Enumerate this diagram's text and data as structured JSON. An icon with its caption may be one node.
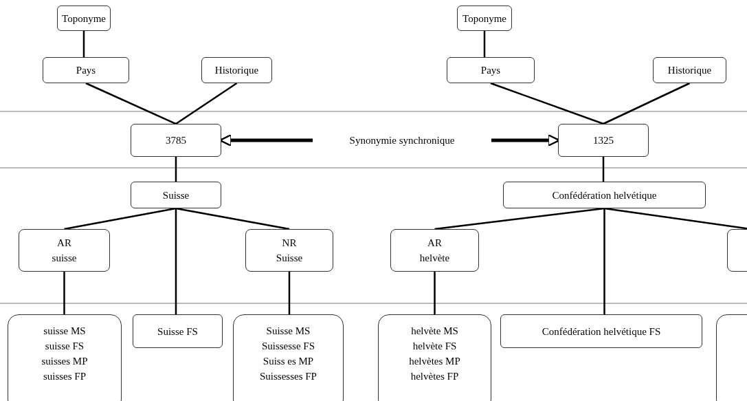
{
  "diagram": {
    "nodes": [
      {
        "text": [
          "Toponyme"
        ]
      },
      {
        "text": [
          "Pays"
        ]
      },
      {
        "text": [
          "Historique"
        ]
      },
      {
        "text": [
          "Toponyme"
        ]
      },
      {
        "text": [
          "Pays"
        ]
      },
      {
        "text": [
          "Historique"
        ]
      },
      {
        "text": [
          "3785"
        ]
      },
      {
        "text": [
          "Synonymie synchronique"
        ]
      },
      {
        "text": [
          "1325"
        ]
      },
      {
        "text": [
          "Suisse"
        ]
      },
      {
        "text": [
          "Confédération helvétique"
        ]
      },
      {
        "text": [
          "AR",
          "suisse"
        ]
      },
      {
        "text": [
          "NR",
          "Suisse"
        ]
      },
      {
        "text": [
          "AR",
          "helvète"
        ]
      },
      {
        "text": [],
        "shape": "box"
      },
      {
        "text": [
          "suisse MS",
          "suisse FS",
          "suisses MP",
          "suisses FP"
        ]
      },
      {
        "text": [
          "Suisse FS"
        ]
      },
      {
        "text": [
          "Suisse MS",
          "Suissesse FS",
          "Suiss es MP",
          "Suissesses FP"
        ]
      },
      {
        "text": [
          "helvète MS",
          "helvète FS",
          "helvètes MP",
          "helvètes FP"
        ]
      },
      {
        "text": [
          "Confédération helvétique FS"
        ]
      },
      {
        "text": [],
        "shape": "box"
      }
    ],
    "edges": [
      {
        "from": 0,
        "to": 1,
        "arrow": "none"
      },
      {
        "from": 1,
        "to": 6,
        "arrow": "none"
      },
      {
        "from": 2,
        "to": 6,
        "arrow": "none"
      },
      {
        "from": 3,
        "to": 4,
        "arrow": "none"
      },
      {
        "from": 4,
        "to": 8,
        "arrow": "none"
      },
      {
        "from": 5,
        "to": 8,
        "arrow": "none"
      },
      {
        "from": 7,
        "to": 6,
        "arrow": "to",
        "style": "thick"
      },
      {
        "from": 7,
        "to": 8,
        "arrow": "to",
        "style": "thick"
      },
      {
        "from": 6,
        "to": 9,
        "arrow": "none"
      },
      {
        "from": 8,
        "to": 10,
        "arrow": "none"
      },
      {
        "from": 9,
        "to": 11,
        "arrow": "none"
      },
      {
        "from": 9,
        "to": 16,
        "arrow": "none"
      },
      {
        "from": 9,
        "to": 12,
        "arrow": "none"
      },
      {
        "from": 10,
        "to": 13,
        "arrow": "none"
      },
      {
        "from": 10,
        "to": 19,
        "arrow": "none"
      },
      {
        "from": 10,
        "to": 14,
        "arrow": "none"
      },
      {
        "from": 11,
        "to": 15,
        "arrow": "none"
      },
      {
        "from": 12,
        "to": 17,
        "arrow": "none"
      },
      {
        "from": 13,
        "to": 18,
        "arrow": "none"
      }
    ]
  }
}
